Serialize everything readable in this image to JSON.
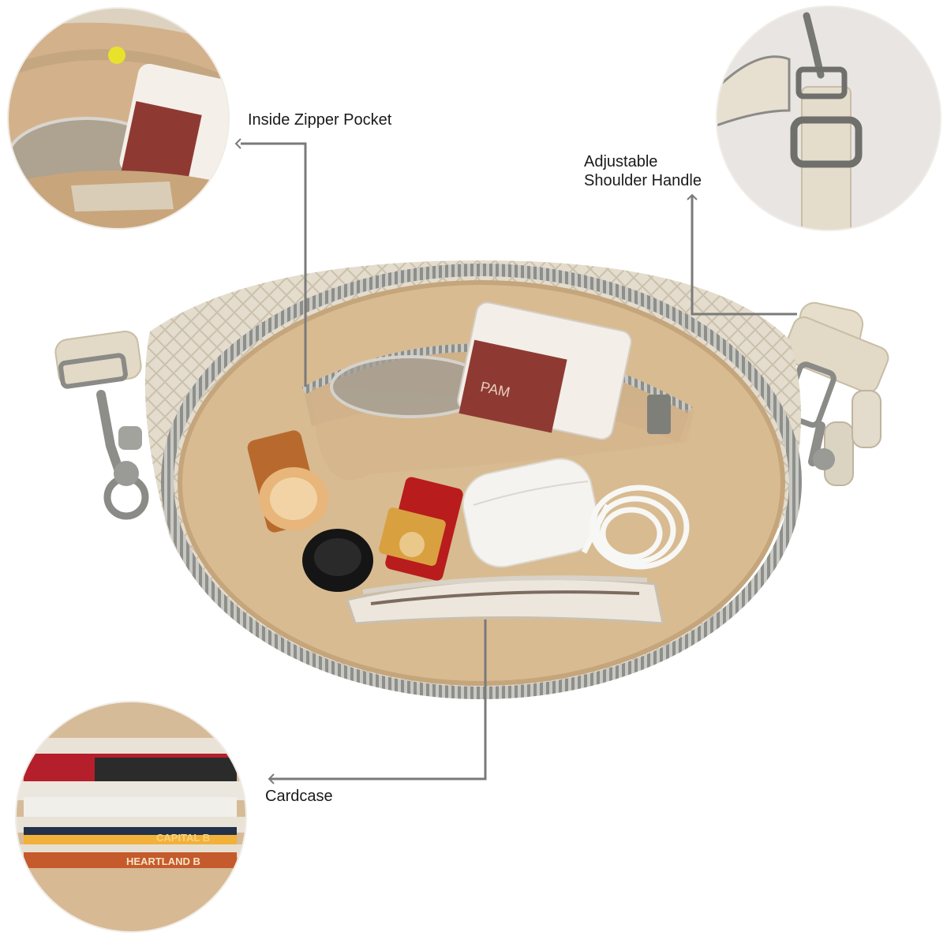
{
  "callouts": {
    "inside_zipper_pocket": "Inside Zipper Pocket",
    "shoulder_handle_line1": "Adjustable",
    "shoulder_handle_line2": "Shoulder Handle",
    "cardcase": "Cardcase"
  },
  "photo_text": {
    "brand_mark": "PAM",
    "card_1": "CAPITAL B",
    "card_2": "HEARTLAND B"
  },
  "colors": {
    "leather": "#e6ddcc",
    "lining": "#d8b88e",
    "zipper": "#9a9a96",
    "leader_line": "#7a7a7a",
    "background": "#ffffff"
  }
}
